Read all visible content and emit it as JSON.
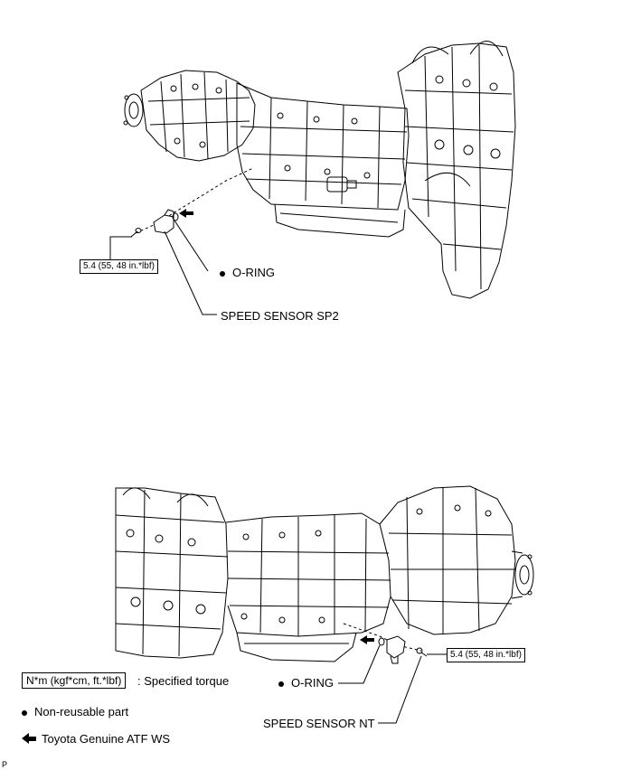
{
  "top_view": {
    "torque_label": "5.4 (55, 48 in.*lbf)",
    "oring_label": "O-RING",
    "sensor_label": "SPEED SENSOR SP2"
  },
  "bottom_view": {
    "torque_label": "5.4 (55, 48 in.*lbf)",
    "oring_label": "O-RING",
    "sensor_label": "SPEED SENSOR NT"
  },
  "legend": {
    "torque_box": "N*m (kgf*cm, ft.*lbf)",
    "torque_desc": ": Specified torque",
    "nonreusable": "Non-reusable part",
    "atf": "Toyota Genuine ATF WS"
  },
  "corner_mark": "P"
}
